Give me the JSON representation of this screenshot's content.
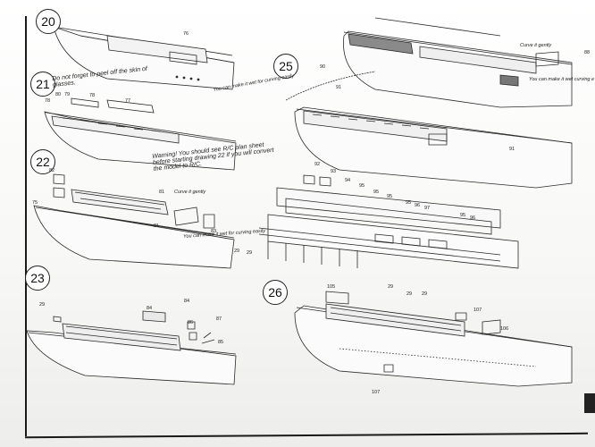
{
  "steps": {
    "s20": "20",
    "s21": "21",
    "s22": "22",
    "s23": "23",
    "s25": "25",
    "s26": "26"
  },
  "notes": {
    "n21": "Do not forget to peel off the skin of glasses.",
    "n22": "Warning! You should see R/C plan sheet before starting drawing 22 if you will convert the model to R/C.",
    "curve1": "Curve it gently",
    "curve2": "You can make it wet for curving easily",
    "curve3": "Curve it gently",
    "curve4": "You can make it wet curving easily",
    "curve5": "Curve it gently",
    "curve6": "You can make it wet curving e"
  },
  "parts": {
    "p76": "76",
    "p78": "78",
    "p80": "80",
    "p79": "79",
    "p77": "77",
    "p82": "82",
    "p81": "81",
    "p75": "75",
    "p81b": "81",
    "p83": "83",
    "p29a": "29",
    "p84": "84",
    "p84b": "84",
    "p86": "86",
    "p87": "87",
    "p85": "85",
    "p90": "90",
    "p91": "91",
    "p91b": "91",
    "p88": "88",
    "p92": "92",
    "p93": "93",
    "p94": "94",
    "p95": "95",
    "p95b": "95",
    "p95c": "95",
    "p95d": "95",
    "p96": "96",
    "p97": "97",
    "p95e": "95",
    "p96b": "96",
    "p29b": "29",
    "p29c": "29",
    "p29d": "29",
    "p29e": "29",
    "p29f": "29",
    "p105": "105",
    "p107": "107",
    "p106": "106",
    "p107b": "107"
  }
}
